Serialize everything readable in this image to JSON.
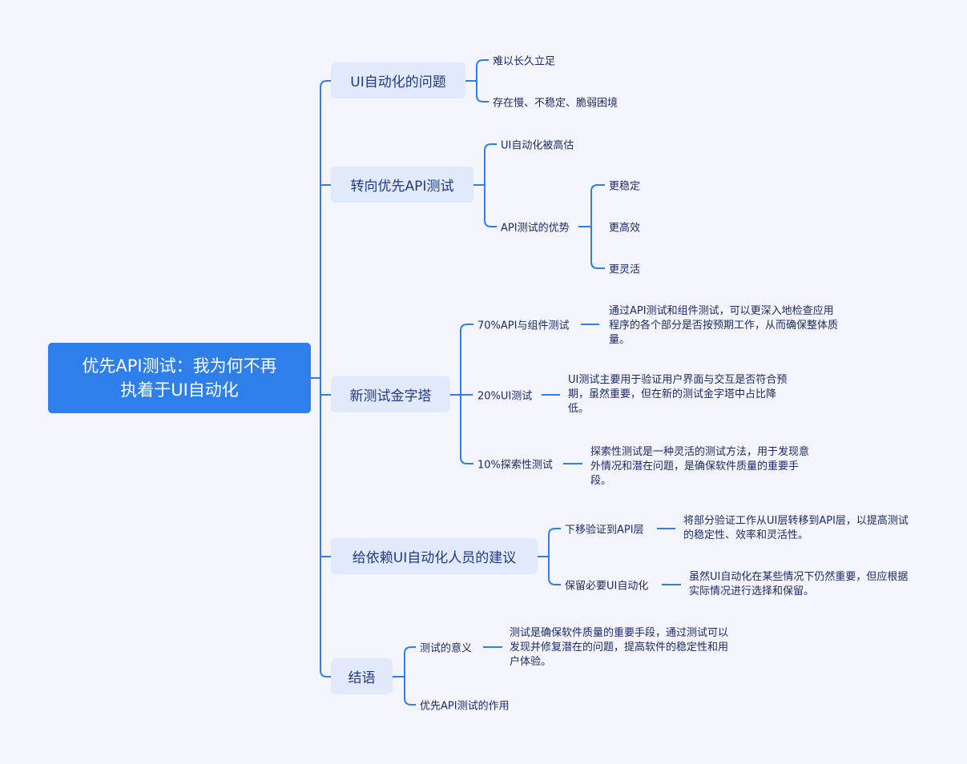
{
  "root": {
    "line1": "优先API测试：我为何不再",
    "line2": "执着于UI自动化"
  },
  "branches": [
    {
      "label": "UI自动化的问题",
      "children": [
        "难以长久立足",
        "存在慢、不稳定、脆弱困境"
      ]
    },
    {
      "label": "转向优先API测试",
      "children": [
        "UI自动化被高估",
        "API测试的优势"
      ],
      "advantages": [
        "更稳定",
        "更高效",
        "更灵活"
      ]
    },
    {
      "label": "新测试金字塔",
      "children": [
        {
          "label": "70%API与组件测试",
          "desc": "通过API测试和组件测试，可以更深入地检查应用程序的各个部分是否按预期工作，从而确保整体质量。"
        },
        {
          "label": "20%UI测试",
          "desc": "UI测试主要用于验证用户界面与交互是否符合预期，虽然重要，但在新的测试金字塔中占比降低。"
        },
        {
          "label": "10%探索性测试",
          "desc": "探索性测试是一种灵活的测试方法，用于发现意外情况和潜在问题，是确保软件质量的重要手段。"
        }
      ]
    },
    {
      "label": "给依赖UI自动化人员的建议",
      "children": [
        {
          "label": "下移验证到API层",
          "desc": "将部分验证工作从UI层转移到API层，以提高测试的稳定性、效率和灵活性。"
        },
        {
          "label": "保留必要UI自动化",
          "desc": "虽然UI自动化在某些情况下仍然重要，但应根据实际情况进行选择和保留。"
        }
      ]
    },
    {
      "label": "结语",
      "children": [
        {
          "label": "测试的意义",
          "desc": "测试是确保软件质量的重要手段，通过测试可以发现并修复潜在的问题，提高软件的稳定性和用户体验。"
        },
        {
          "label": "优先API测试的作用"
        }
      ]
    }
  ],
  "colors": {
    "line": "#2f7fea",
    "root": "#2f7fea",
    "branch_bg": "#e1e9fb",
    "background": "#f4f5fc"
  }
}
